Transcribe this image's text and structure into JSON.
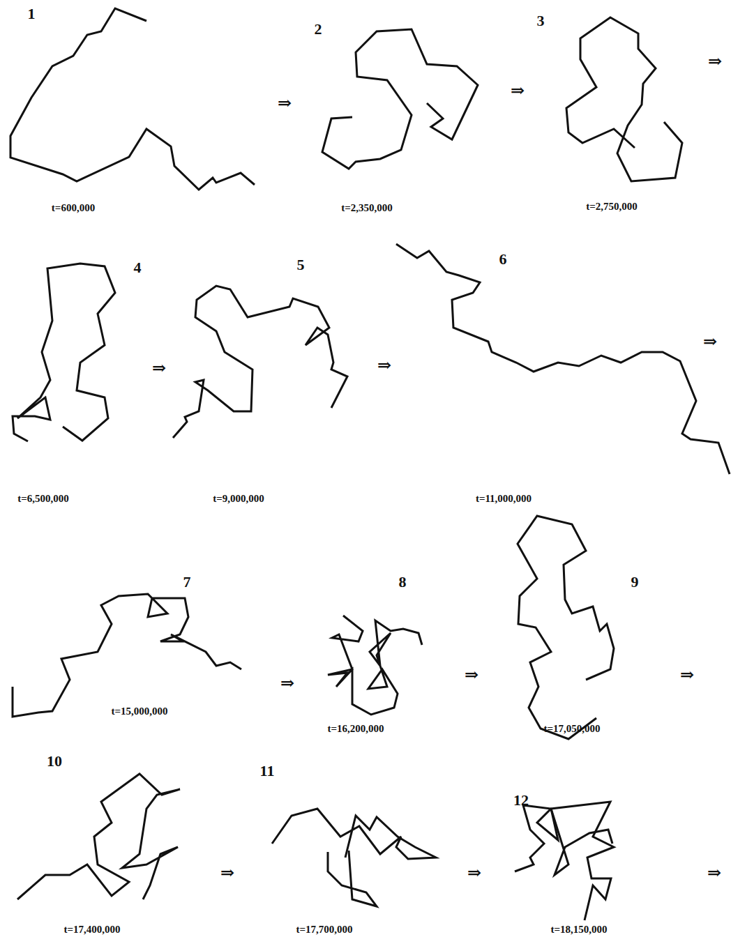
{
  "diagram": {
    "labels": [
      "1",
      "t=600,000",
      "⇒",
      "2",
      "t=2,350,000",
      "⇒",
      "3",
      "t=2,750,000",
      "⇒",
      "4",
      "t=6,500,000",
      "⇒",
      "5",
      "t=9,000,000",
      "⇒",
      "6",
      "t=11,000,000",
      "⇒",
      "7",
      "t=15,000,000",
      "⇒",
      "8",
      "t=16,200,000",
      "⇒",
      "9",
      "t=17,050,000",
      "⇒",
      "10",
      "t=17,400,000",
      "⇒",
      "11",
      "t=17,700,000",
      "⇒",
      "12",
      "t=18,150,000",
      "⇒"
    ]
  }
}
